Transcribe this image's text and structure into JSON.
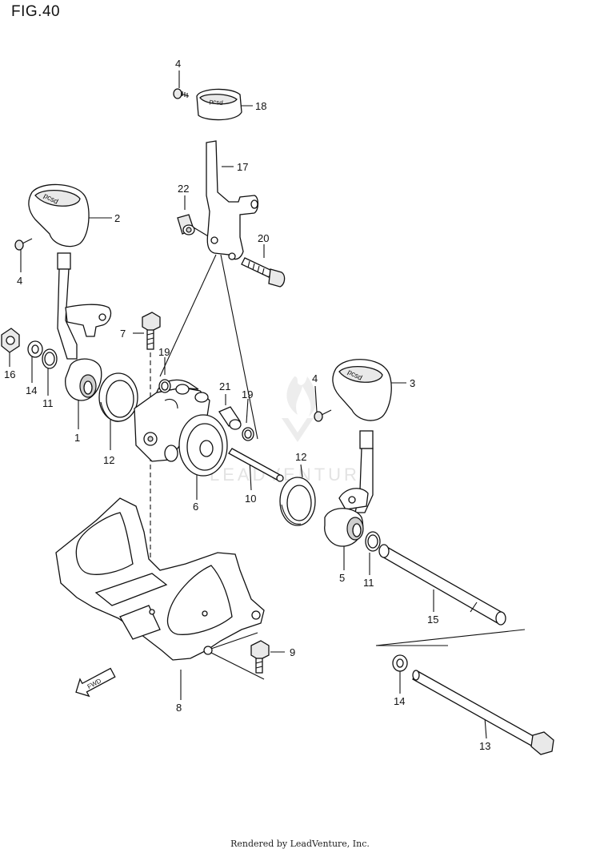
{
  "figure": {
    "title": "FIG.40"
  },
  "watermark": {
    "text": "LEADVENTURE",
    "icon": "flame-logo-icon"
  },
  "forward_marker": {
    "label": "FWD",
    "icon": "forward-arrow-icon"
  },
  "footer": {
    "text": "Rendered by LeadVenture, Inc."
  },
  "callouts": [
    {
      "id": "1",
      "label": "1"
    },
    {
      "id": "2",
      "label": "2"
    },
    {
      "id": "3",
      "label": "3"
    },
    {
      "id": "4a",
      "label": "4"
    },
    {
      "id": "4b",
      "label": "4"
    },
    {
      "id": "4c",
      "label": "4"
    },
    {
      "id": "5",
      "label": "5"
    },
    {
      "id": "6",
      "label": "6"
    },
    {
      "id": "7",
      "label": "7"
    },
    {
      "id": "8",
      "label": "8"
    },
    {
      "id": "9",
      "label": "9"
    },
    {
      "id": "10",
      "label": "10"
    },
    {
      "id": "11a",
      "label": "11"
    },
    {
      "id": "11b",
      "label": "11"
    },
    {
      "id": "12a",
      "label": "12"
    },
    {
      "id": "12b",
      "label": "12"
    },
    {
      "id": "13",
      "label": "13"
    },
    {
      "id": "14a",
      "label": "14"
    },
    {
      "id": "14b",
      "label": "14"
    },
    {
      "id": "15",
      "label": "15"
    },
    {
      "id": "16",
      "label": "16"
    },
    {
      "id": "17",
      "label": "17"
    },
    {
      "id": "18",
      "label": "18"
    },
    {
      "id": "19a",
      "label": "19"
    },
    {
      "id": "19b",
      "label": "19"
    },
    {
      "id": "20",
      "label": "20"
    },
    {
      "id": "21",
      "label": "21"
    },
    {
      "id": "22",
      "label": "22"
    }
  ]
}
